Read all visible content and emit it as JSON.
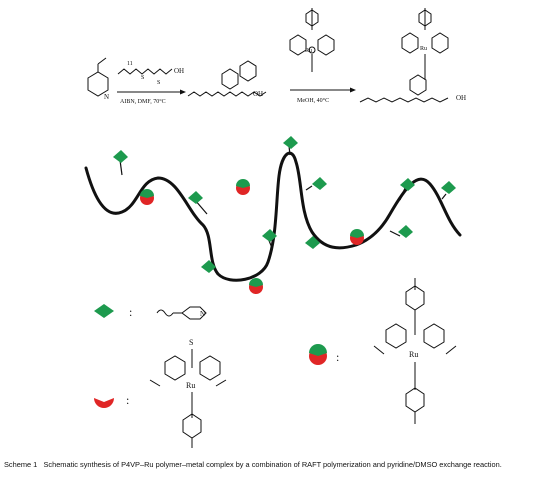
{
  "reaction": {
    "monomer_label": "N",
    "raft_cta_label": "OH",
    "cta_trithio_label": "S",
    "cta_thione_label": "S",
    "cta_repeat_label": "11",
    "step1_conditions": "AIBN, DMF, 70°C",
    "polymer1_label": "OH",
    "step2_conditions": "MeOH, 40°C",
    "polymer2_label": "OH",
    "ru_label": "Ru"
  },
  "schematic": {
    "pyridine_sym_legend_label": "N",
    "complex_legend_ru_label": "Ru",
    "dmso_complex_label": "Ru",
    "dmso_label": "S",
    "colon": ":"
  },
  "colors": {
    "chain": "#111111",
    "pyridine_green": "#1d9a4e",
    "ru_red": "#e02626"
  },
  "caption": {
    "scheme_number": "Scheme 1",
    "text": "Schematic synthesis of P4VP–Ru polymer–metal complex by a combination of RAFT polymerization and pyridine/DMSO exchange reaction."
  }
}
